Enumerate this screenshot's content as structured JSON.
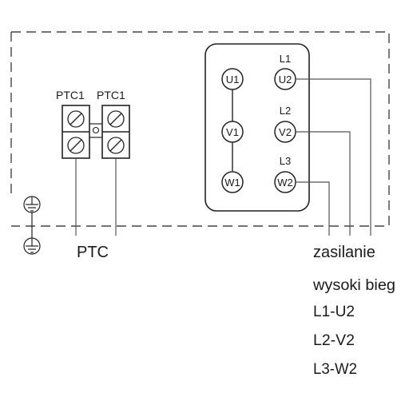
{
  "terminal_block": {
    "label_left": "PTC1",
    "label_right": "PTC1",
    "caption": "PTC"
  },
  "motor": {
    "terminals": {
      "u1": "U1",
      "v1": "V1",
      "w1": "W1",
      "u2": "U2",
      "v2": "V2",
      "w2": "W2"
    },
    "phases": {
      "l1": "L1",
      "l2": "L2",
      "l3": "L3"
    }
  },
  "legend": {
    "title": "zasilanie",
    "mode": "wysoki bieg",
    "map": [
      "L1-U2",
      "L2-V2",
      "L3-W2"
    ]
  },
  "colors": {
    "line": "#222222",
    "wire": "#555555",
    "text": "#1a1a1a"
  }
}
